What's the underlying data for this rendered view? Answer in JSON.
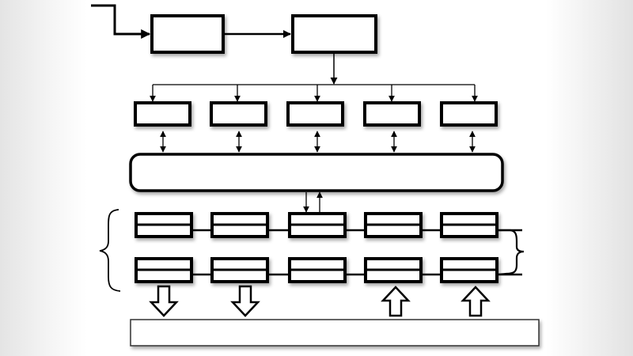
{
  "diagram": {
    "colors": {
      "stroke": "#000000",
      "fill": "#ffffff",
      "background": "#ffffff"
    },
    "top_boxes": 2,
    "middle_boxes": 5,
    "bus_bar": 1,
    "register_rows": 2,
    "registers_per_row": 5,
    "hollow_arrows": [
      "down",
      "down",
      "up",
      "up"
    ],
    "bottom_bar": 1
  }
}
